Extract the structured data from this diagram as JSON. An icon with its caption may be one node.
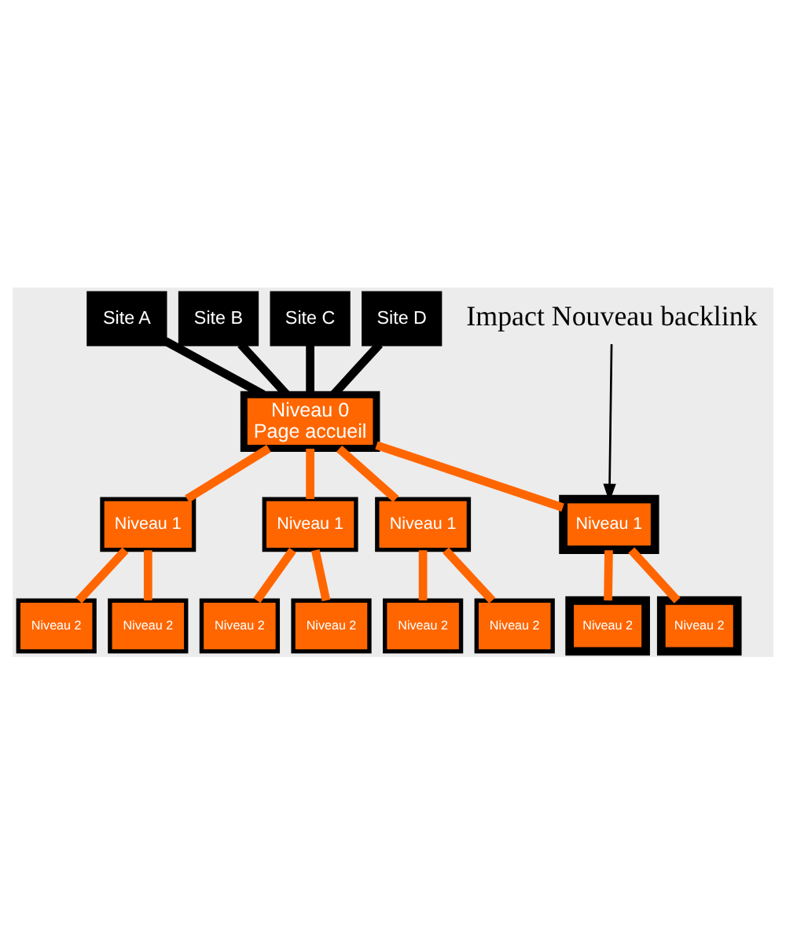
{
  "diagram": {
    "nodes": [
      {
        "text": [
          "Site A"
        ]
      },
      {
        "text": [
          "Site B"
        ]
      },
      {
        "text": [
          "Site C"
        ]
      },
      {
        "text": [
          "Site D"
        ]
      },
      {
        "text": [
          "Impact Nouveau backlink"
        ]
      },
      {
        "text": [
          "Niveau 0",
          "Page accueil"
        ]
      },
      {
        "text": [
          "Niveau 1"
        ]
      },
      {
        "text": [
          "Niveau 1"
        ]
      },
      {
        "text": [
          "Niveau 1"
        ]
      },
      {
        "text": [
          "Niveau 1"
        ]
      },
      {
        "text": [
          "Niveau 2"
        ]
      },
      {
        "text": [
          "Niveau 2"
        ]
      },
      {
        "text": [
          "Niveau 2"
        ]
      },
      {
        "text": [
          "Niveau 2"
        ]
      },
      {
        "text": [
          "Niveau 2"
        ]
      },
      {
        "text": [
          "Niveau 2"
        ]
      },
      {
        "text": [
          "Niveau 2"
        ]
      },
      {
        "text": [
          "Niveau 2"
        ]
      }
    ],
    "edges": [
      {
        "from": 0,
        "to": 5,
        "arrow": "none",
        "color": "#000000"
      },
      {
        "from": 1,
        "to": 5,
        "arrow": "none",
        "color": "#000000"
      },
      {
        "from": 2,
        "to": 5,
        "arrow": "none",
        "color": "#000000"
      },
      {
        "from": 3,
        "to": 5,
        "arrow": "none",
        "color": "#000000"
      },
      {
        "from": 4,
        "to": 6,
        "arrow": "to",
        "color": "#000000"
      },
      {
        "from": 5,
        "to": 6,
        "arrow": "none"
      },
      {
        "from": 5,
        "to": 7,
        "arrow": "none"
      },
      {
        "from": 5,
        "to": 8,
        "arrow": "none"
      },
      {
        "from": 5,
        "to": 9,
        "arrow": "none"
      },
      {
        "from": 6,
        "to": 10,
        "arrow": "none"
      },
      {
        "from": 6,
        "to": 11,
        "arrow": "none"
      },
      {
        "from": 7,
        "to": 12,
        "arrow": "none"
      },
      {
        "from": 7,
        "to": 13,
        "arrow": "none"
      },
      {
        "from": 8,
        "to": 14,
        "arrow": "none"
      },
      {
        "from": 8,
        "to": 15,
        "arrow": "none"
      },
      {
        "from": 9,
        "to": 16,
        "arrow": "none"
      },
      {
        "from": 9,
        "to": 17,
        "arrow": "none"
      }
    ]
  }
}
